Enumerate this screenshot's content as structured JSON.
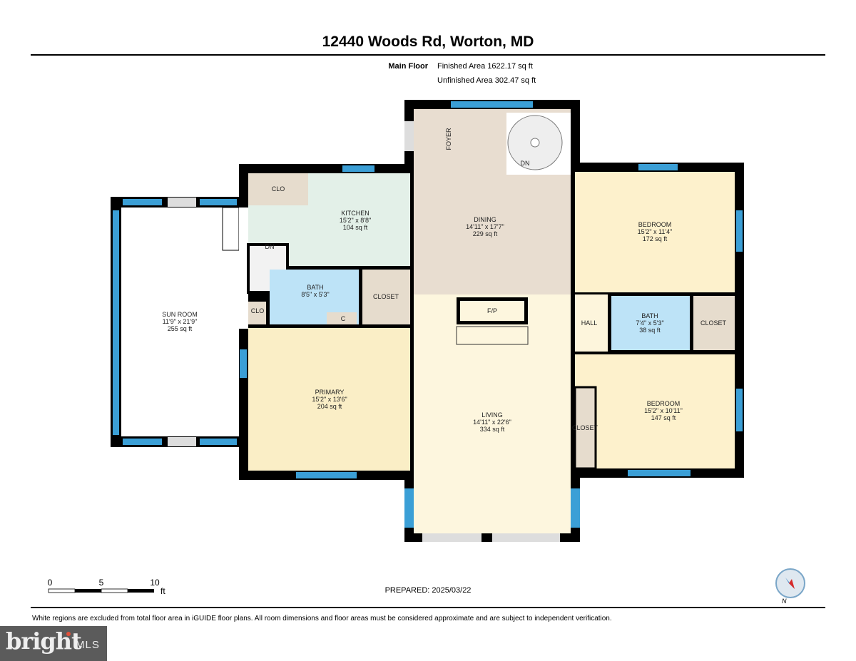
{
  "title": "12440 Woods Rd, Worton, MD",
  "floor": {
    "name": "Main Floor",
    "finished_area": "Finished Area 1622.17 sq ft",
    "unfinished_area": "Unfinished Area 302.47 sq ft"
  },
  "rooms": {
    "sun_room": {
      "name": "SUN ROOM",
      "dims": "11'9\" x 21'9\"",
      "area": "255 sq ft"
    },
    "kitchen": {
      "name": "KITCHEN",
      "dims": "15'2\" x 8'8\"",
      "area": "104 sq ft"
    },
    "dining": {
      "name": "DINING",
      "dims": "14'11\" x 17'7\"",
      "area": "229 sq ft"
    },
    "foyer": {
      "name": "FOYER"
    },
    "bedroom1": {
      "name": "BEDROOM",
      "dims": "15'2\" x 11'4\"",
      "area": "172 sq ft"
    },
    "bath1": {
      "name": "BATH",
      "dims": "8'5\" x 5'3\""
    },
    "bath2": {
      "name": "BATH",
      "dims": "7'4\" x 5'3\"",
      "area": "38 sq ft"
    },
    "primary": {
      "name": "PRIMARY",
      "dims": "15'2\" x 13'6\"",
      "area": "204 sq ft"
    },
    "living": {
      "name": "LIVING",
      "dims": "14'11\" x 22'6\"",
      "area": "334 sq ft"
    },
    "bedroom2": {
      "name": "BEDROOM",
      "dims": "15'2\" x 10'11\"",
      "area": "147 sq ft"
    },
    "hall": {
      "name": "HALL"
    },
    "fireplace": {
      "name": "F/P"
    },
    "closet_a": {
      "name": "CLOSET"
    },
    "closet_b": {
      "name": "CLOSET"
    },
    "closet_c": {
      "name": "CLOSET"
    },
    "clo_kitchen": {
      "name": "CLO"
    },
    "clo_small": {
      "name": "CLO"
    },
    "c_small": {
      "name": "C"
    },
    "stairs_dn": {
      "name": "DN"
    },
    "spiral_dn": {
      "name": "DN"
    }
  },
  "scale": {
    "ticks": [
      "0",
      "5",
      "10"
    ],
    "unit": "ft"
  },
  "prepared": "PREPARED: 2025/03/22",
  "compass": {
    "label": "N"
  },
  "disclaimer": "White regions are excluded from total floor area in iGUIDE floor plans. All room dimensions and floor areas must be considered approximate and are subject to independent verification.",
  "logo": {
    "text": "bright MLS"
  },
  "colors": {
    "wall": "#000000",
    "window": "#3b9fd6",
    "kitchen": "#e3f0e8",
    "dining": "#e8ddd0",
    "bedroom": "#fdf1cc",
    "bath": "#bde3f7",
    "closet": "#e6dccd",
    "living": "#fdf6de",
    "primary": "#faeec6"
  }
}
